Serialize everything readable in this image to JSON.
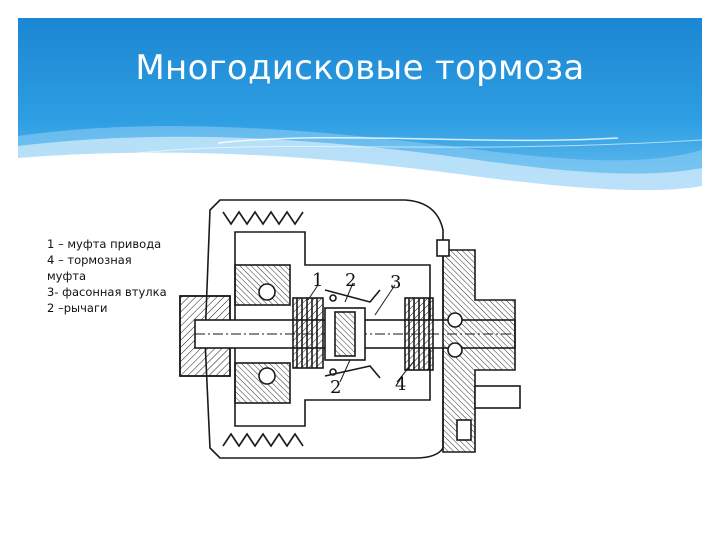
{
  "slide": {
    "title": "Многодисковые тормоза",
    "legend": [
      "1 – муфта привода",
      "4 – тормозная",
      "муфта",
      "3- фасонная втулка",
      "2 –рычаги"
    ],
    "diagram_labels": {
      "label_1": "1",
      "label_2_top": "2",
      "label_3": "3",
      "label_2_bottom": "2",
      "label_4": "4"
    }
  },
  "colors": {
    "header_blue": "#1f8fd6",
    "header_light": "#5ab8ee",
    "line": "#1a1a1a"
  }
}
